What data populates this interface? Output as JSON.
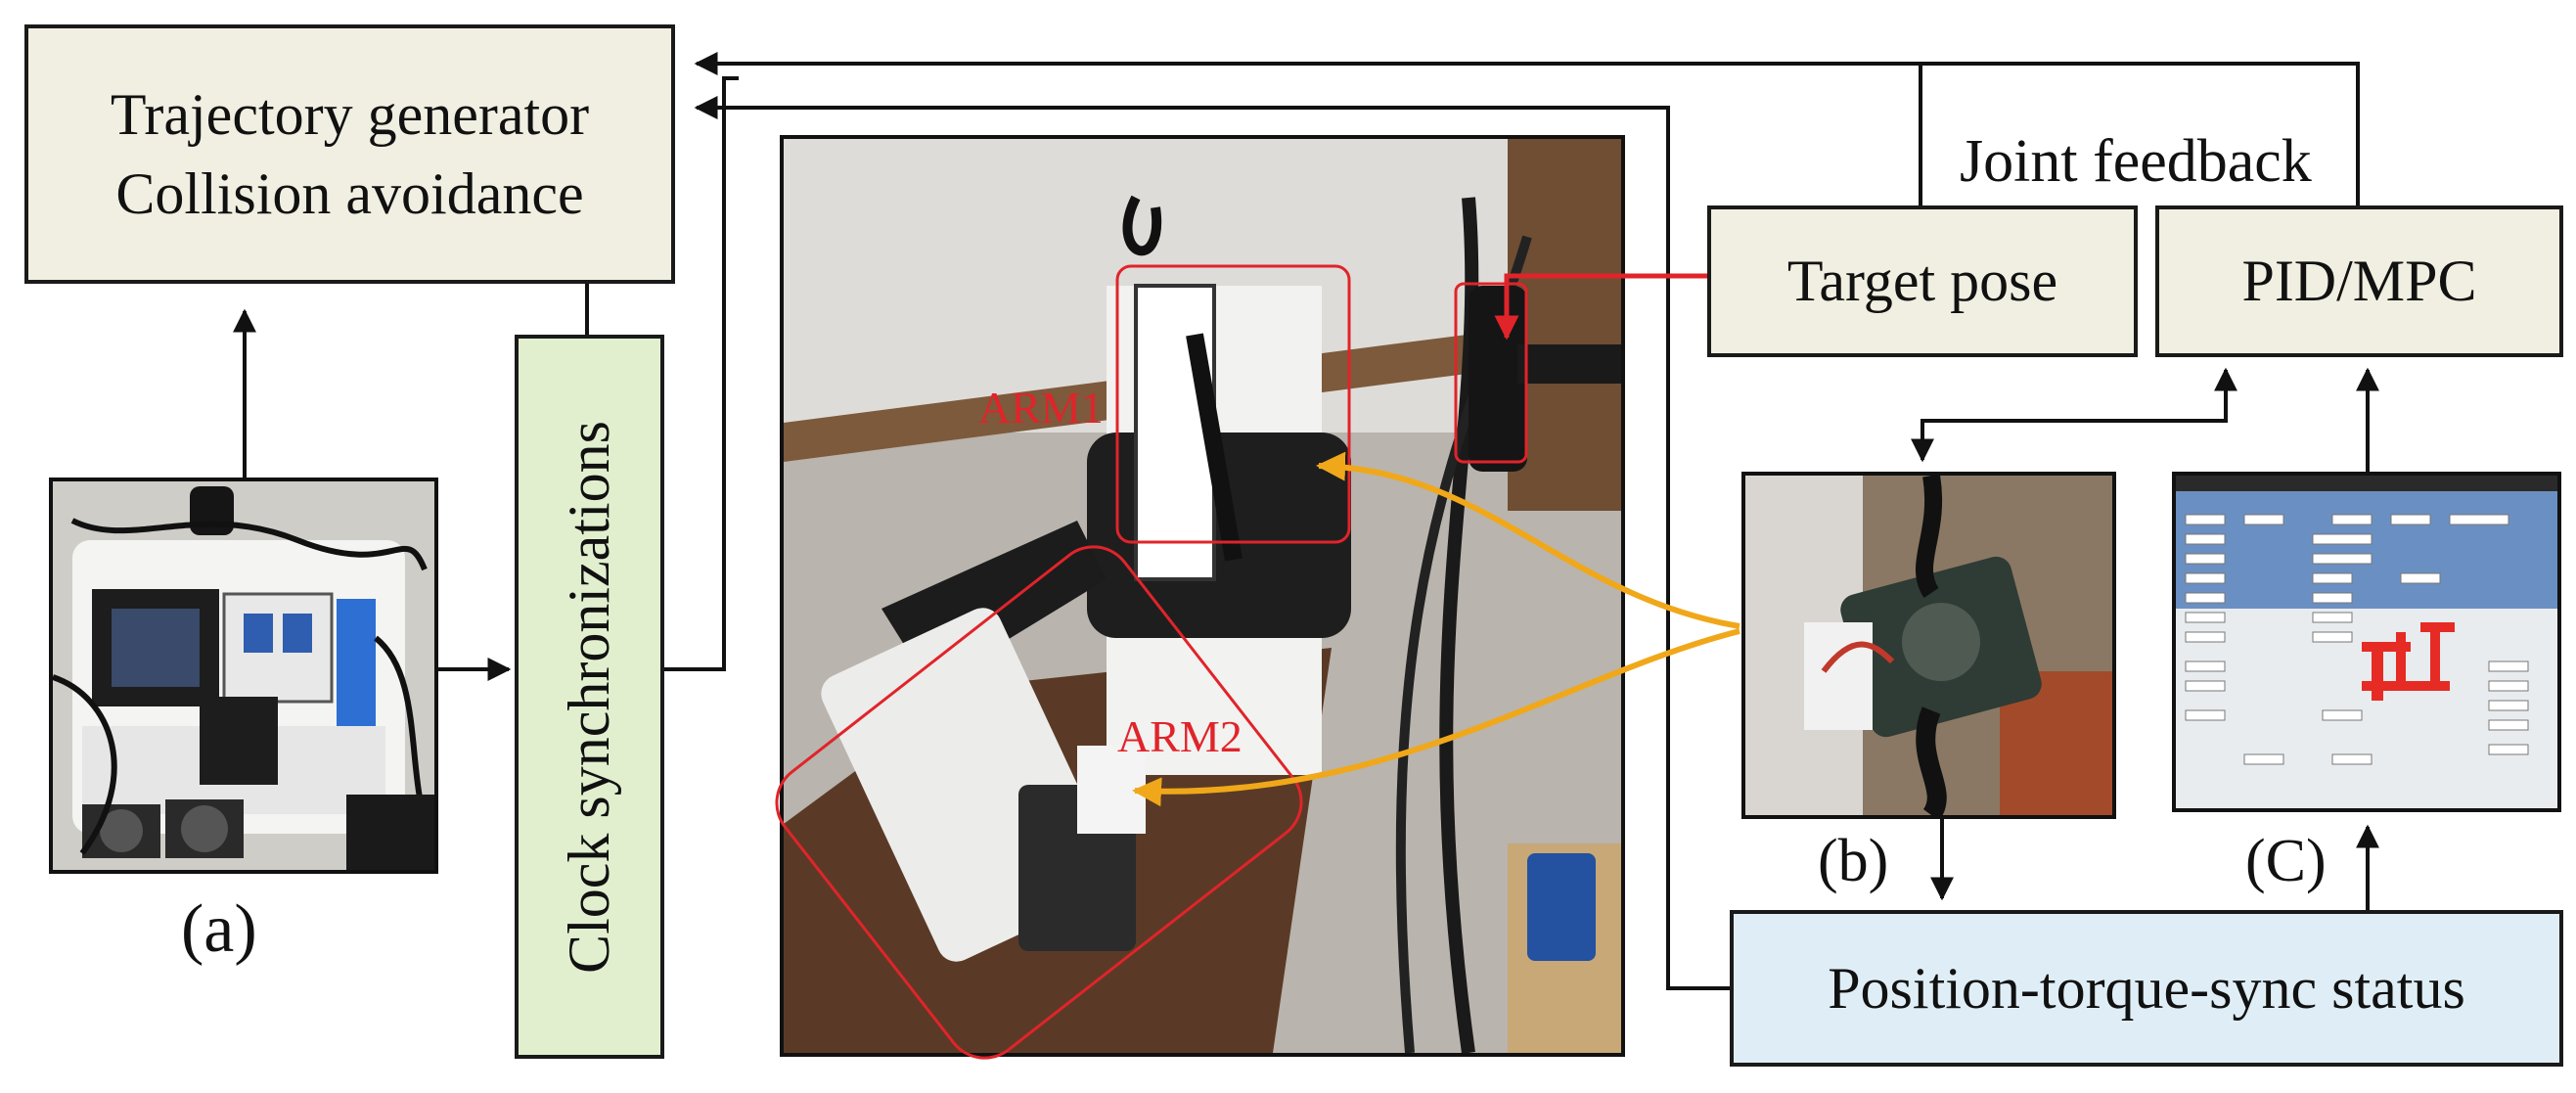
{
  "boxes": {
    "trajectory_line1": "Trajectory generator",
    "trajectory_line2": "Collision avoidance",
    "clock": "Clock synchronizations",
    "target_pose": "Target pose",
    "pid_mpc": "PID/MPC",
    "status": "Position-torque-sync status"
  },
  "labels": {
    "joint_feedback": "Joint feedback",
    "panel_a": "(a)",
    "panel_b": "(b)",
    "panel_c": "(C)",
    "arm1": "ARM1",
    "arm2": "ARM2"
  },
  "colors": {
    "arrow": "#111111",
    "highlight_red": "#e0242a",
    "link_orange": "#f0a81a",
    "beige_box": "#f1efe1",
    "green_box": "#e1efce",
    "blue_box": "#dfeef6"
  }
}
